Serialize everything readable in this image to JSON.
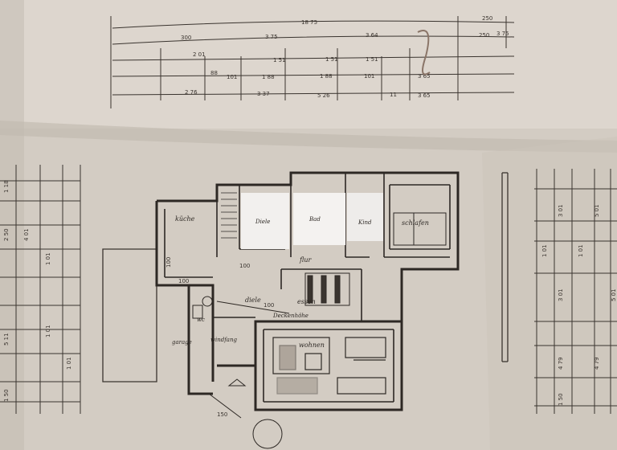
{
  "drawing": {
    "paper_color": "#d6cfc6",
    "ink_color": "#3a342f",
    "top_dims": {
      "row1": [
        "18 75",
        "250"
      ],
      "row2": [
        "300",
        "3 75",
        "3 64",
        "250",
        "3 75"
      ],
      "row3": [
        "2 01",
        "1 51",
        "1 51",
        "1 51"
      ],
      "row4": [
        "88",
        "101",
        "1 88",
        "1 88",
        "101",
        "3 65"
      ],
      "row5": [
        "2 76",
        "3 37",
        "5 26",
        "11",
        "3 65"
      ]
    },
    "left_dims": [
      "2 50",
      "4 01",
      "1 18",
      "5 11",
      "1 50",
      "1 01",
      "1 01",
      "1 01"
    ],
    "right_dims": [
      "3 01",
      "5 01",
      "3 01",
      "5 01",
      "1 01",
      "1 01",
      "4 79",
      "4 79",
      "1 50"
    ],
    "rooms": {
      "kueche": "küche",
      "diele_top": "Diele",
      "bad": "Bad",
      "kind": "Kind",
      "schlafen": "schlafen",
      "flur": "flur",
      "essen": "essen",
      "diele": "diele",
      "deckenhoehe": "Deckenhöhe",
      "wohnen": "wohnen",
      "garage": "garage",
      "windfang": "windfang",
      "wc": "wc"
    },
    "measures": {
      "kueche_w": "100",
      "kueche_b": "100",
      "flur_w": "100",
      "diele_w": "100",
      "path": "150"
    }
  }
}
